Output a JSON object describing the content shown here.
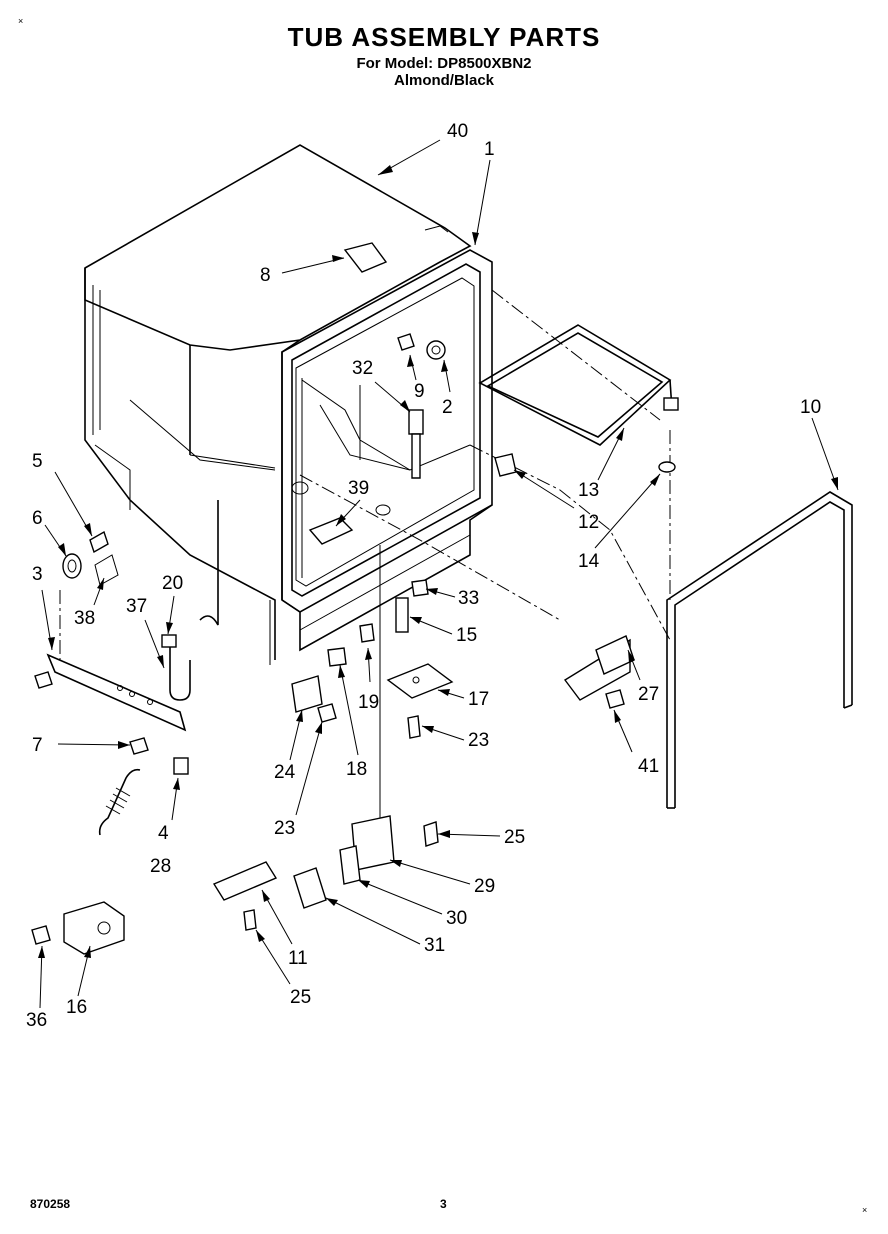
{
  "header": {
    "title": "TUB ASSEMBLY PARTS",
    "model_line": "For Model: DP8500XBN2",
    "color_line": "Almond/Black"
  },
  "footer": {
    "doc_number": "870258",
    "page_number": "3"
  },
  "corner_marks": {
    "top_left": "×",
    "bottom_right": "×"
  },
  "callouts": {
    "c40": "40",
    "c1": "1",
    "c8": "8",
    "c32": "32",
    "c9": "9",
    "c2": "2",
    "c10": "10",
    "c13": "13",
    "c12": "12",
    "c14": "14",
    "c5": "5",
    "c6": "6",
    "c39": "39",
    "c3": "3",
    "c20": "20",
    "c37": "37",
    "c38": "38",
    "c33": "33",
    "c15": "15",
    "c17": "17",
    "c27": "27",
    "c19": "19",
    "c7": "7",
    "c24": "24",
    "c18": "18",
    "c23a": "23",
    "c23b": "23",
    "c41": "41",
    "c4": "4",
    "c28": "28",
    "c25a": "25",
    "c29": "29",
    "c30": "30",
    "c31": "31",
    "c11": "11",
    "c25b": "25",
    "c36": "36",
    "c16": "16"
  }
}
